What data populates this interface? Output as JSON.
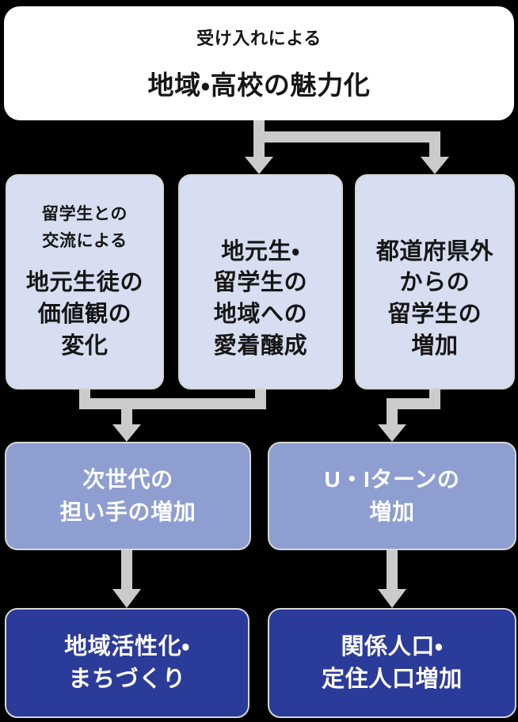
{
  "colors": {
    "background": "#000000",
    "box_white": "#ffffff",
    "box_light": "#d7def1",
    "box_medium": "#8f9ed1",
    "box_dark": "#2b3b99",
    "arrow": "#cbcbcb",
    "box_border": "#d6d6d6",
    "text_dark": "#161616",
    "text_light": "#ffffff"
  },
  "flow": {
    "top_box": {
      "subtitle": "受け入れによる",
      "title": "地域・高校の魅力化"
    },
    "mid_boxes": [
      {
        "subtitle_lines": [
          "留学生との",
          "交流による"
        ],
        "title_lines": [
          "地元生徒の",
          "価値観の",
          "変化"
        ]
      },
      {
        "title_lines": [
          "地元生・",
          "留学生の",
          "地域への",
          "愛着醸成"
        ]
      },
      {
        "title_lines": [
          "都道府県外",
          "からの",
          "留学生の",
          "増加"
        ]
      }
    ],
    "outcome_boxes": [
      {
        "title_lines": [
          "次世代の",
          "担い手の増加"
        ]
      },
      {
        "title_lines": [
          "U・Iターンの",
          "増加"
        ]
      }
    ],
    "goal_boxes": [
      {
        "title_lines": [
          "地域活性化・",
          "まちづくり"
        ]
      },
      {
        "title_lines": [
          "関係人口・",
          "定住人口増加"
        ]
      }
    ]
  }
}
